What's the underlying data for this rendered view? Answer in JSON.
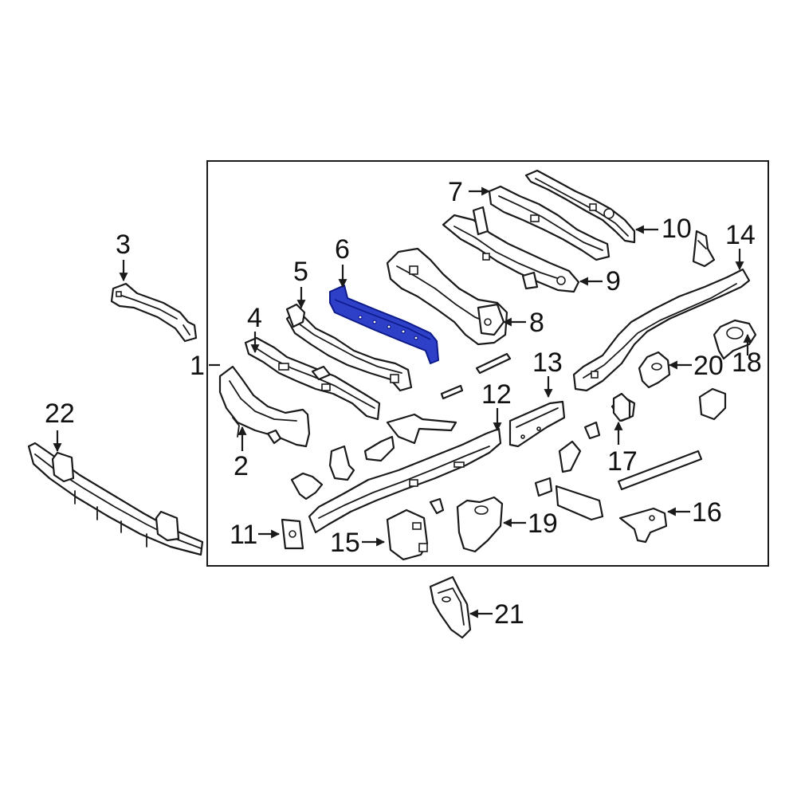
{
  "diagram": {
    "highlight_color": "#2e3fc8",
    "highlighted_part": "6",
    "callouts": {
      "c1": "1",
      "c2": "2",
      "c3": "3",
      "c4": "4",
      "c5": "5",
      "c6": "6",
      "c7": "7",
      "c8": "8",
      "c9": "9",
      "c10": "10",
      "c11": "11",
      "c12": "12",
      "c13": "13",
      "c14": "14",
      "c15": "15",
      "c16": "16",
      "c17": "17",
      "c18": "18",
      "c19": "19",
      "c20": "20",
      "c21": "21",
      "c22": "22"
    }
  }
}
